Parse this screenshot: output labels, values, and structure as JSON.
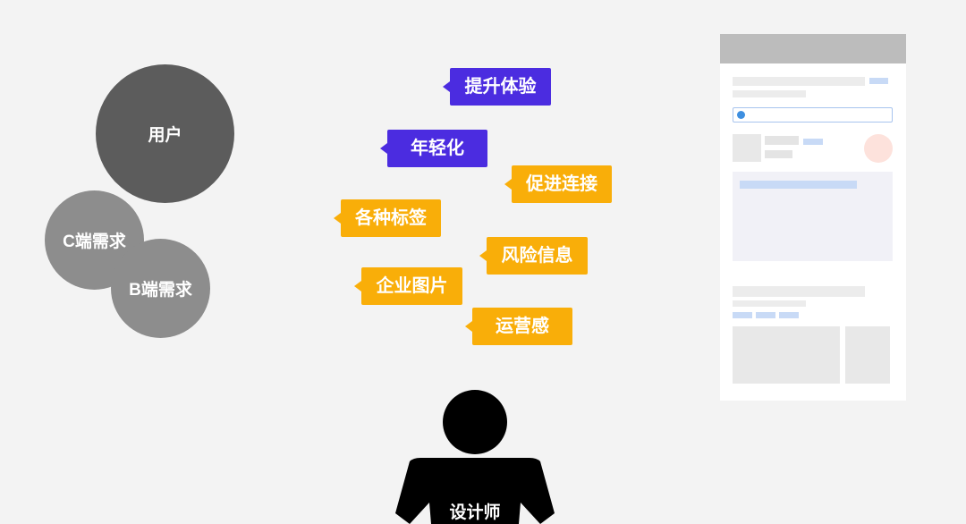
{
  "user_groups": {
    "user": "用户",
    "c_needs": "C端需求",
    "b_needs": "B端需求"
  },
  "tags": [
    {
      "label": "提升体验",
      "color": "#4b2ce0"
    },
    {
      "label": "年轻化",
      "color": "#4b2ce0"
    },
    {
      "label": "促进连接",
      "color": "#f9ae09"
    },
    {
      "label": "各种标签",
      "color": "#f9ae09"
    },
    {
      "label": "风险信息",
      "color": "#f9ae09"
    },
    {
      "label": "企业图片",
      "color": "#f9ae09"
    },
    {
      "label": "运营感",
      "color": "#f9ae09"
    }
  ],
  "designer": {
    "label": "设计师"
  },
  "colors": {
    "background": "#f3f3f3",
    "purple": "#4b2ce0",
    "orange": "#f9ae09",
    "user_circle": "#5c5c5c",
    "need_circle": "#8d8d8d"
  }
}
